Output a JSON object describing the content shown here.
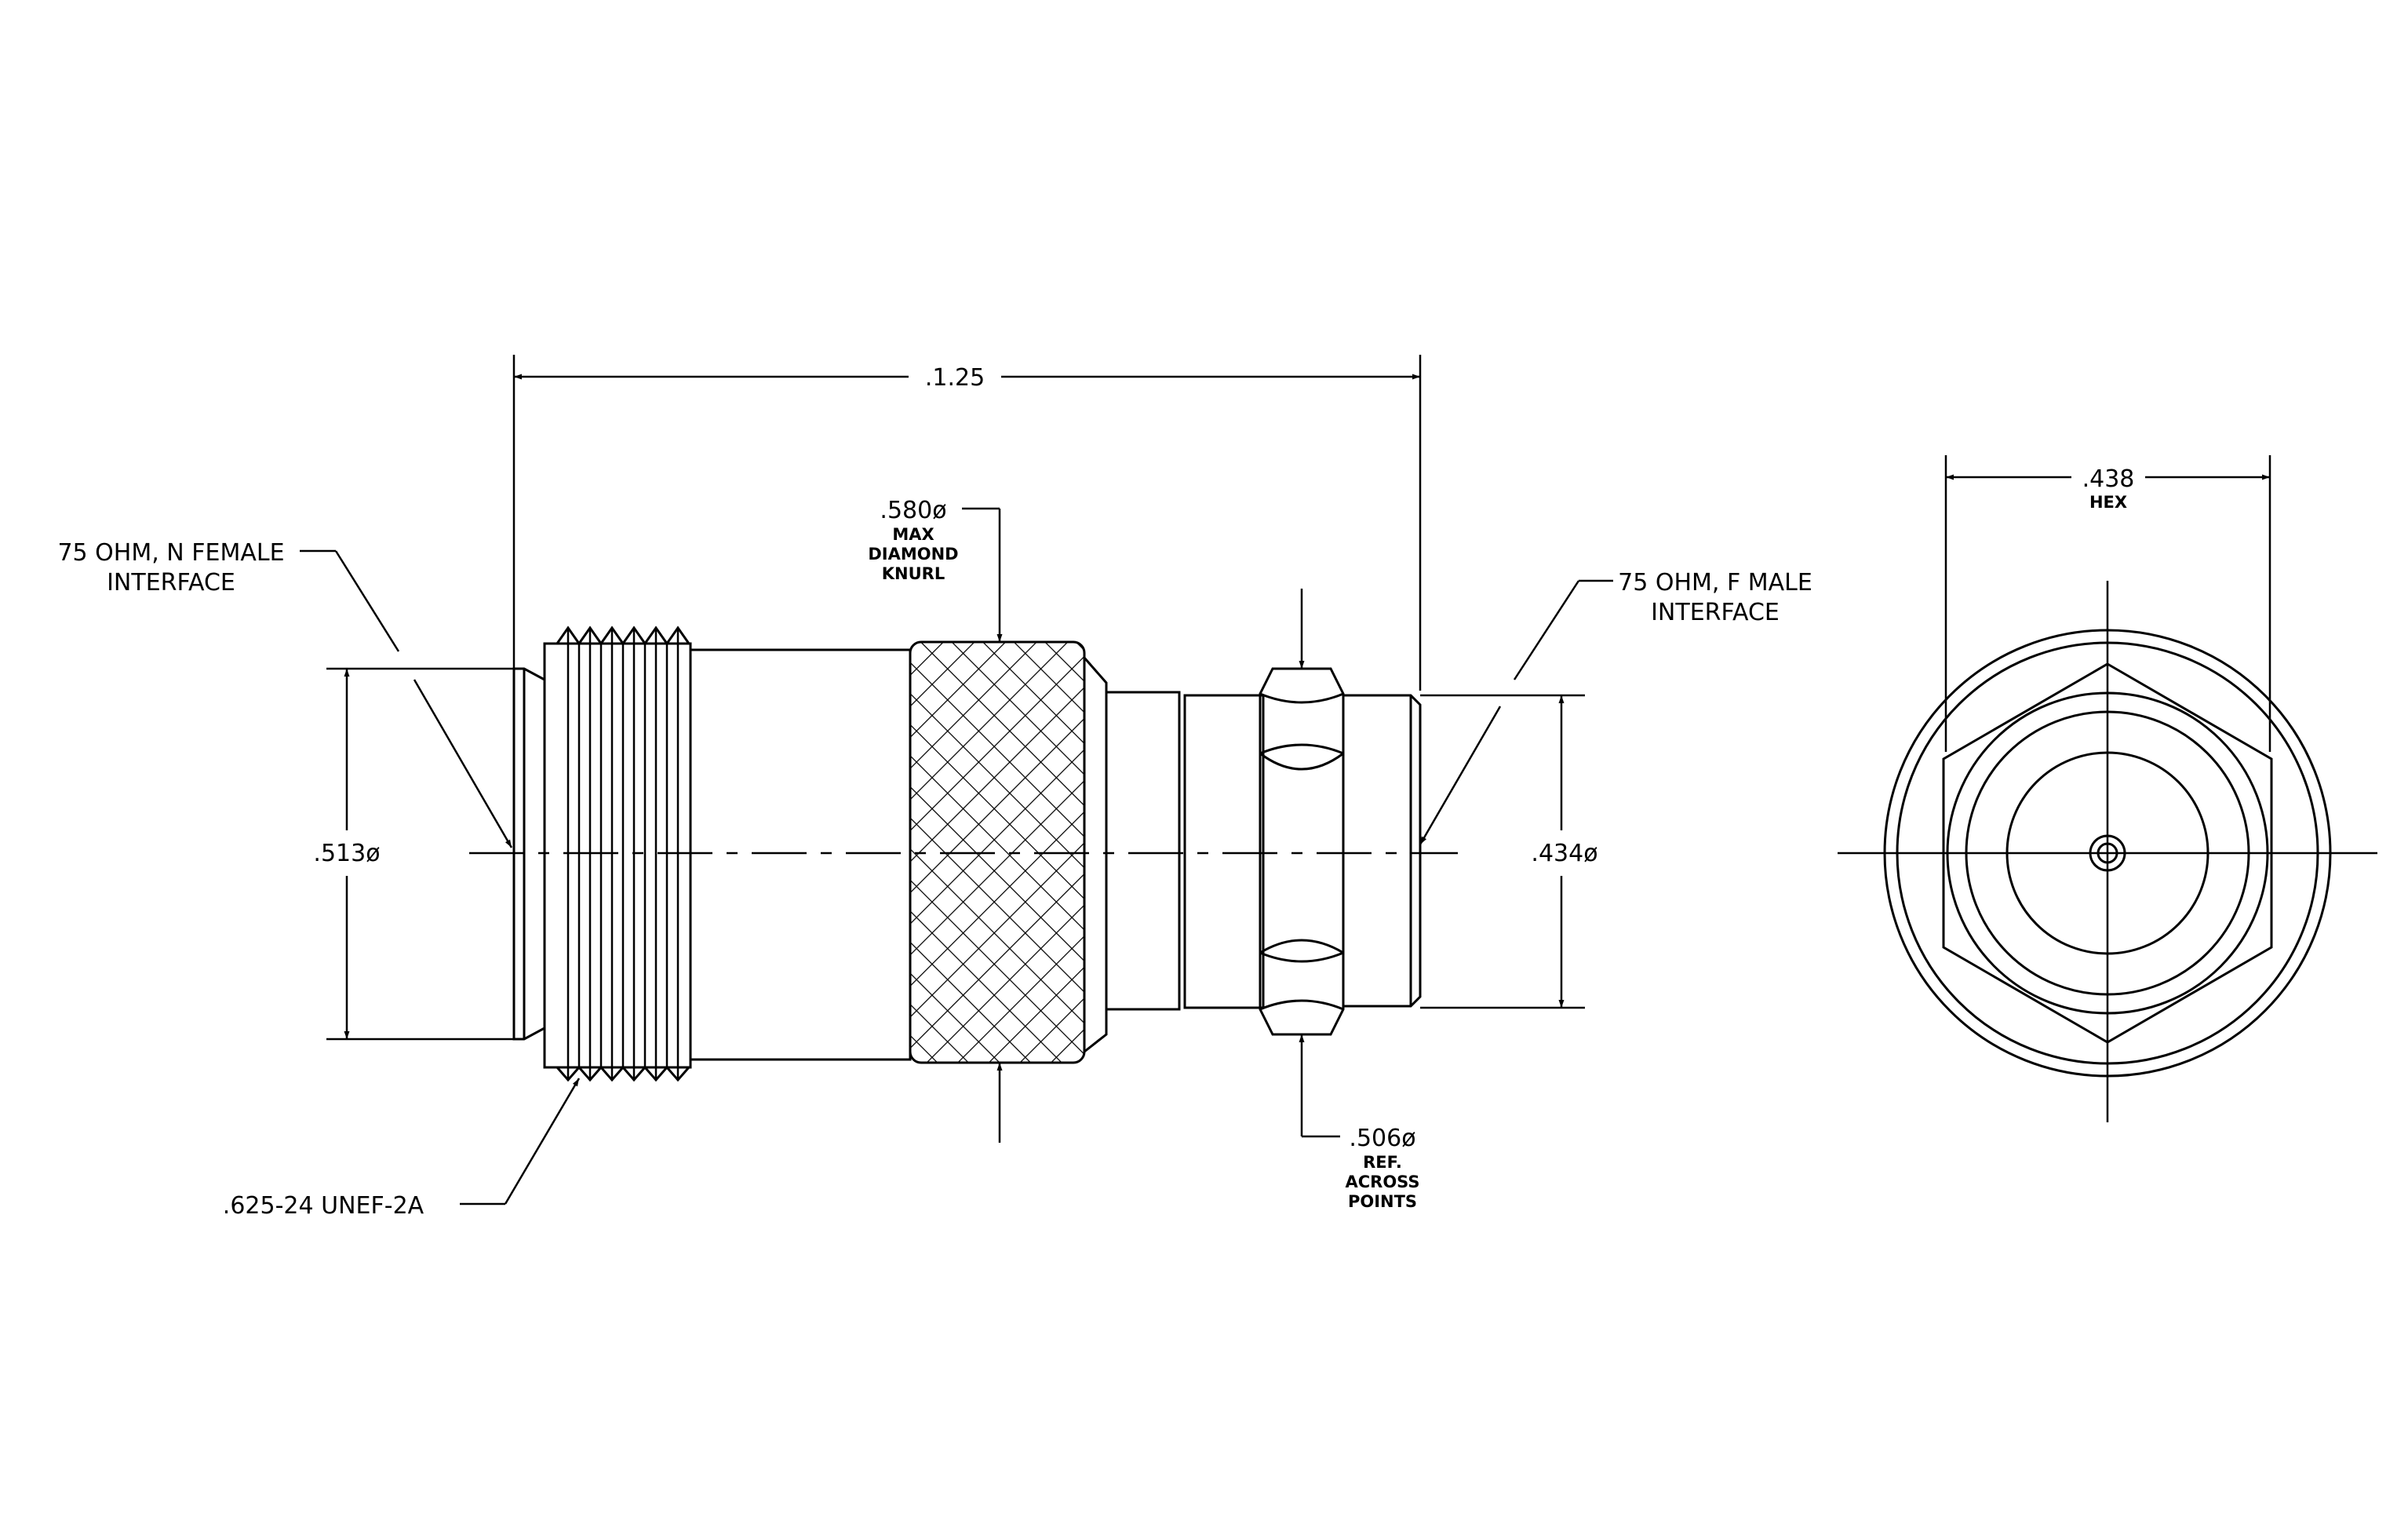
{
  "dimensions": {
    "overall_length": ".1.25",
    "n_interface_dia": ".513ø",
    "knurl_dia": ".580ø",
    "knurl_note": [
      "MAX",
      "DIAMOND",
      "KNURL"
    ],
    "f_interface_dia": ".434ø",
    "hex_points_dia": ".506ø",
    "hex_points_note": [
      "REF.",
      "ACROSS",
      "POINTS"
    ],
    "hex_flats": ".438",
    "hex_flats_note": "HEX"
  },
  "callouts": {
    "n_interface": [
      "75 OHM, N FEMALE",
      "INTERFACE"
    ],
    "f_interface": [
      "75 OHM, F MALE",
      "INTERFACE"
    ],
    "thread": ".625-24 UNEF-2A"
  },
  "colors": {
    "line": "#000000",
    "background": "#ffffff"
  }
}
